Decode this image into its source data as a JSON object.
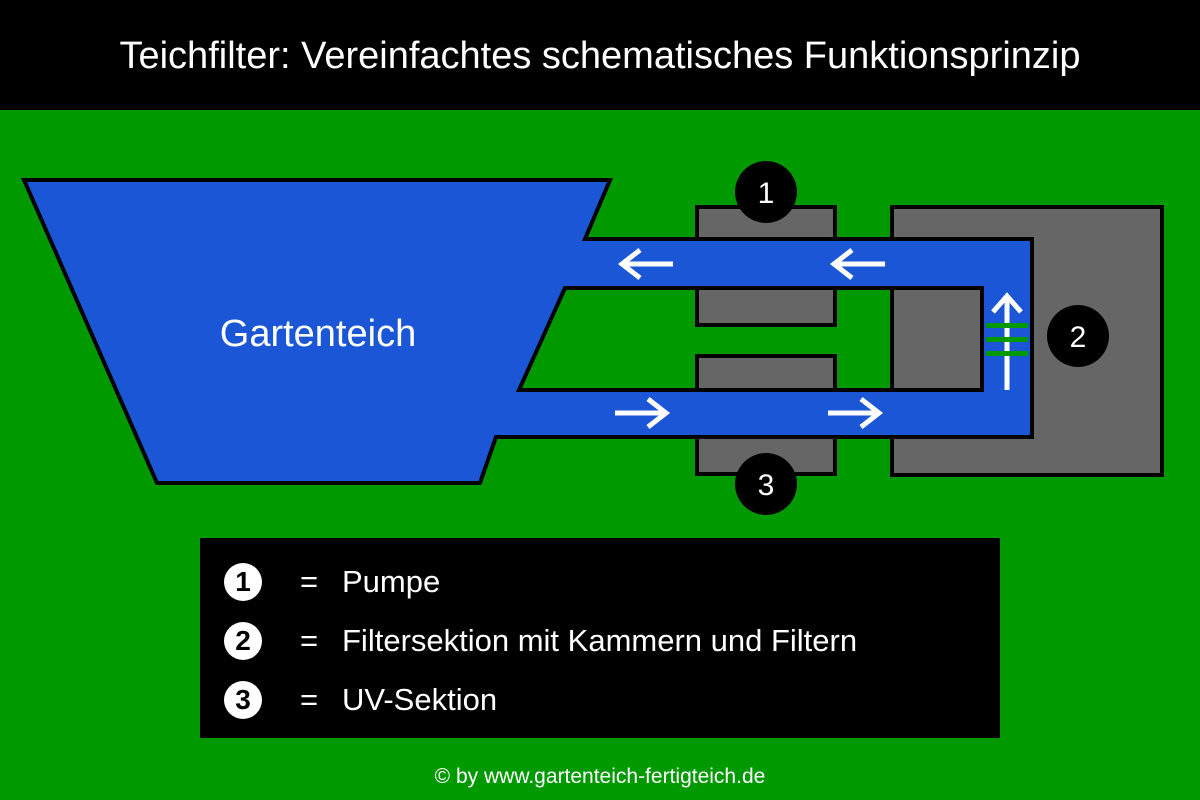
{
  "title": "Teichfilter: Vereinfachtes schematisches Funktionsprinzip",
  "diagram": {
    "pond_label": "Gartenteich",
    "markers": [
      {
        "id": "1",
        "label": "1"
      },
      {
        "id": "2",
        "label": "2"
      },
      {
        "id": "3",
        "label": "3"
      }
    ]
  },
  "legend": {
    "equals": "=",
    "items": [
      {
        "badge": "1",
        "text": "Pumpe"
      },
      {
        "badge": "2",
        "text": "Filtersektion mit Kammern und Filtern"
      },
      {
        "badge": "3",
        "text": "UV-Sektion"
      }
    ]
  },
  "footer": "© by www.gartenteich-fertigteich.de",
  "colors": {
    "background": "#009900",
    "water": "#1a56d6",
    "housing": "#666666",
    "filter_bands": "#009900",
    "header": "#000000"
  }
}
